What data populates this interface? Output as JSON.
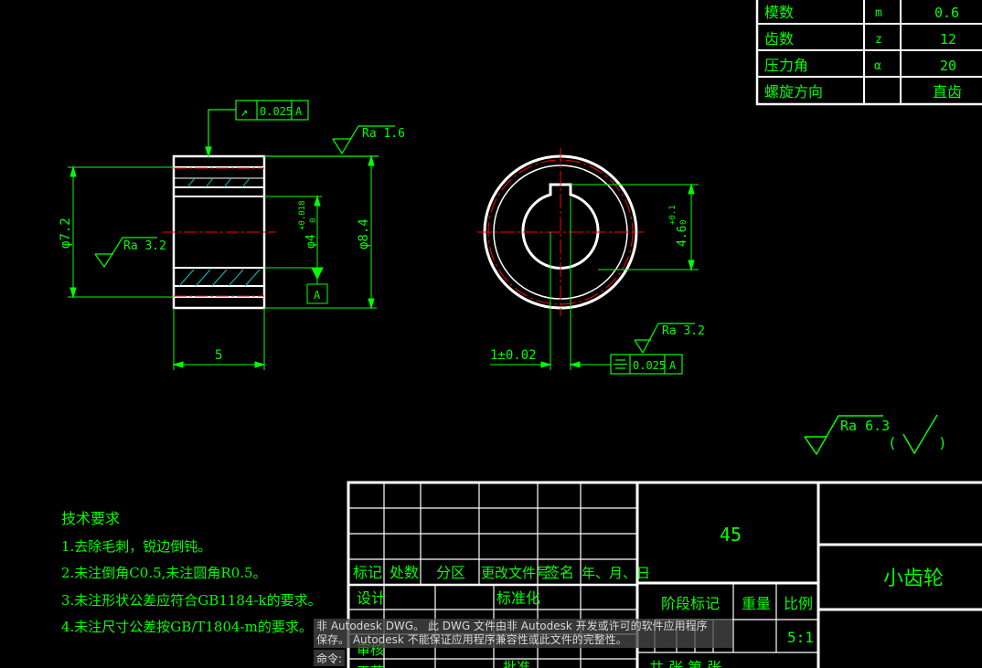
{
  "gear_params": {
    "rows": [
      {
        "name": "模数",
        "symbol": "m",
        "value": "0.6"
      },
      {
        "name": "齿数",
        "symbol": "z",
        "value": "12"
      },
      {
        "name": "压力角",
        "symbol": "α",
        "value": "20"
      },
      {
        "name": "螺旋方向",
        "symbol": "",
        "value": "直齿"
      }
    ]
  },
  "side_view": {
    "runout_symbol": "↗",
    "runout_tolerance": "0.025",
    "runout_datum": "A",
    "ra_top": "Ra 1.6",
    "ra_left": "Ra 3.2",
    "dim_outer": "φ7.2",
    "dim_bore": "φ4",
    "dim_bore_tol_upper": "+0.018",
    "dim_bore_tol_lower": "0",
    "dim_od": "φ8.4",
    "datum_label": "A",
    "dim_width": "5"
  },
  "front_view": {
    "dim_keyway_depth": "4.6",
    "dim_keyway_tol_upper": "+0.1",
    "dim_keyway_tol_lower": "0",
    "ra_keyway": "Ra 3.2",
    "dim_key_width": "1±0.02",
    "sym_symbol": "⌯",
    "sym_tolerance": "0.025",
    "sym_datum": "A"
  },
  "general_roughness": {
    "ra": "Ra 6.3",
    "bracket_left": "(",
    "bracket_right": ")"
  },
  "tech_requirements": {
    "title": "技术要求",
    "items": [
      "1.去除毛刺，锐边倒钝。",
      "2.未注倒角C0.5,未注圆角R0.5。",
      "3.未注形状公差应符合GB1184-k的要求。",
      "4.未注尺寸公差按GB/T1804-m的要求。"
    ]
  },
  "title_block": {
    "headers": [
      "标记",
      "处数",
      "分区",
      "更改文件号",
      "签名",
      "年、月、日"
    ],
    "design": "设计",
    "standardize": "标准化",
    "review": "审核",
    "craft": "工艺",
    "approve": "批准",
    "material": "45",
    "stage_mark": "阶段标记",
    "weight": "重量",
    "scale_label": "比例",
    "scale_value": "5:1",
    "sheet_row": "共   张   第   张",
    "part_name": "小齿轮"
  },
  "notice": {
    "line1": "非 Autodesk DWG。 此 DWG 文件由非 Autodesk 开发或许可的软件应用程序",
    "line2": "保存。 Autodesk 不能保证应用程序兼容性或此文件的完整性。"
  },
  "command_label": "命令:",
  "colors": {
    "background": "#000000",
    "line_white": "#ffffff",
    "dim_green": "#00ff00",
    "center_red": "#ff0000",
    "hatch_cyan": "#00c8c8"
  }
}
